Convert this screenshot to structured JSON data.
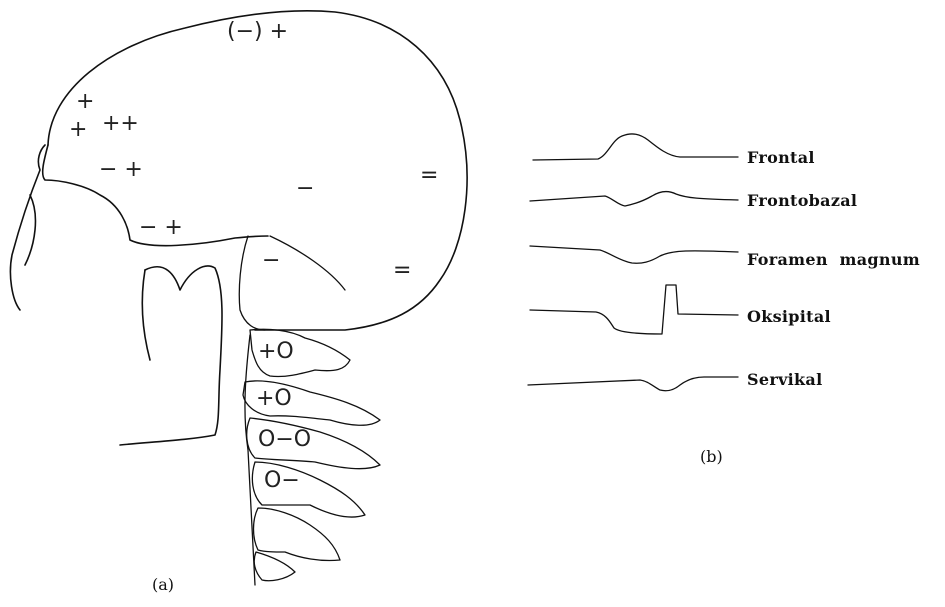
{
  "skull_marks": {
    "crown": "(−) +",
    "forehead_1": "+",
    "forehead_2": "+",
    "forehead_3": "++",
    "brow": "− +",
    "orbit": "− +",
    "center": "−",
    "occipital_upper": "=",
    "occipital_lower": "=",
    "skull_base": "−"
  },
  "spine_marks": {
    "c1": "+O",
    "c2": "+O",
    "c3": "O−O",
    "c4": "O−"
  },
  "captions": {
    "panel_a": "(a)",
    "panel_b": "(b)"
  },
  "traces": [
    {
      "label": "Frontal"
    },
    {
      "label": "Frontobazal"
    },
    {
      "label": "Foramen  magnum"
    },
    {
      "label": "Oksipital"
    },
    {
      "label": "Servikal"
    }
  ]
}
